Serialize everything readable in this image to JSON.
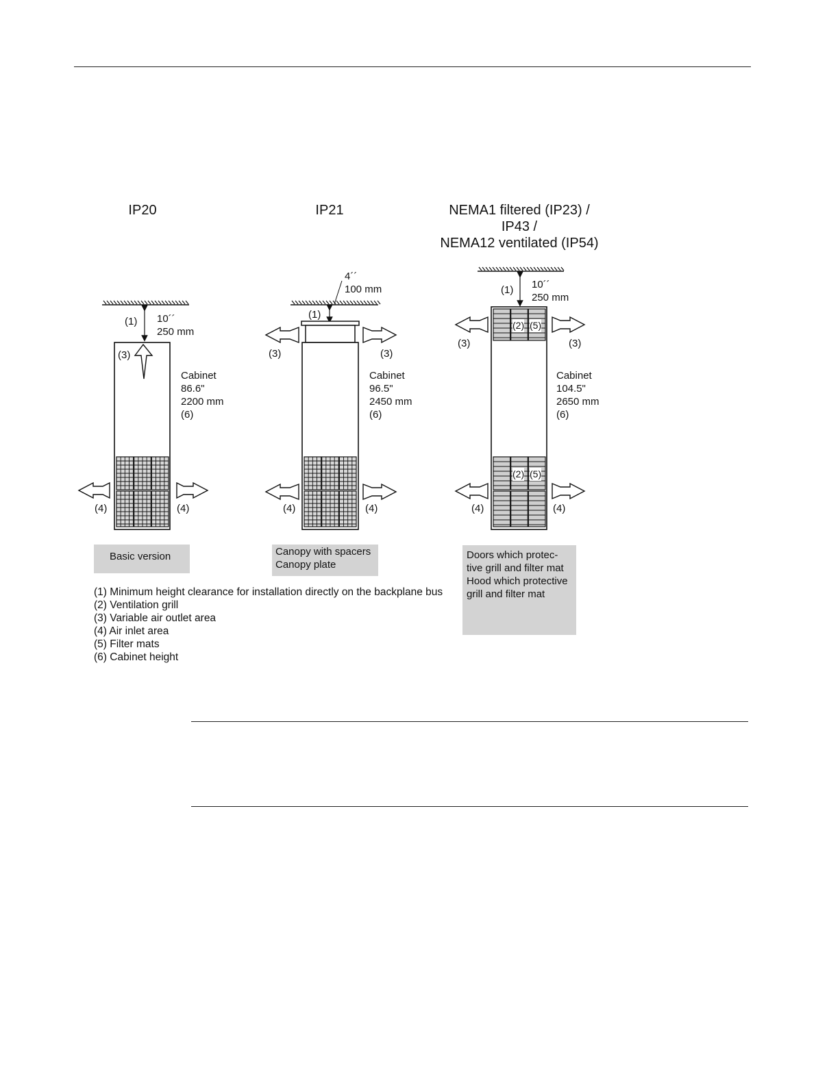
{
  "titles": {
    "ip20": "IP20",
    "ip21": "IP21",
    "nema_line1": "NEMA1 filtered (IP23) /",
    "nema_line2": "IP43 /",
    "nema_line3": "NEMA12 ventilated (IP54)"
  },
  "ip20": {
    "clearance_ref": "(1)",
    "clearance_in": "10´´",
    "clearance_mm": "250 mm",
    "outlet_ref": "(3)",
    "cabinet_label": "Cabinet",
    "cabinet_in": "86.6\"",
    "cabinet_mm": "2200 mm",
    "cabinet_ref": "(6)",
    "inlet_left": "(4)",
    "inlet_right": "(4)",
    "box_label": "Basic version"
  },
  "ip21": {
    "clearance_in": "4´´",
    "clearance_mm": "100 mm",
    "clearance_ref": "(1)",
    "outlet_left": "(3)",
    "outlet_right": "(3)",
    "cabinet_label": "Cabinet",
    "cabinet_in": "96.5\"",
    "cabinet_mm": "2450 mm",
    "cabinet_ref": "(6)",
    "inlet_left": "(4)",
    "inlet_right": "(4)",
    "box_line1": "Canopy with spacers",
    "box_line2": "Canopy plate"
  },
  "nema": {
    "clearance_ref": "(1)",
    "clearance_in": "10´´",
    "clearance_mm": "250 mm",
    "grill_top_ref": "(2)",
    "filter_top_ref": "(5)",
    "outlet_left": "(3)",
    "outlet_right": "(3)",
    "cabinet_label": "Cabinet",
    "cabinet_in": "104.5\"",
    "cabinet_mm": "2650 mm",
    "cabinet_ref": "(6)",
    "grill_bottom_ref": "(2)",
    "filter_bottom_ref": "(5)",
    "inlet_left": "(4)",
    "inlet_right": "(4)",
    "box_line1": "Doors which protec-",
    "box_line2": "tive grill and filter mat",
    "box_line3": "Hood which protective",
    "box_line4": "grill and filter mat"
  },
  "legend": [
    "(1) Minimum height clearance for installation directly on the backplane bus",
    "(2) Ventilation grill",
    "(3) Variable air outlet area",
    "(4) Air inlet area",
    "(5) Filter mats",
    "(6) Cabinet height"
  ]
}
